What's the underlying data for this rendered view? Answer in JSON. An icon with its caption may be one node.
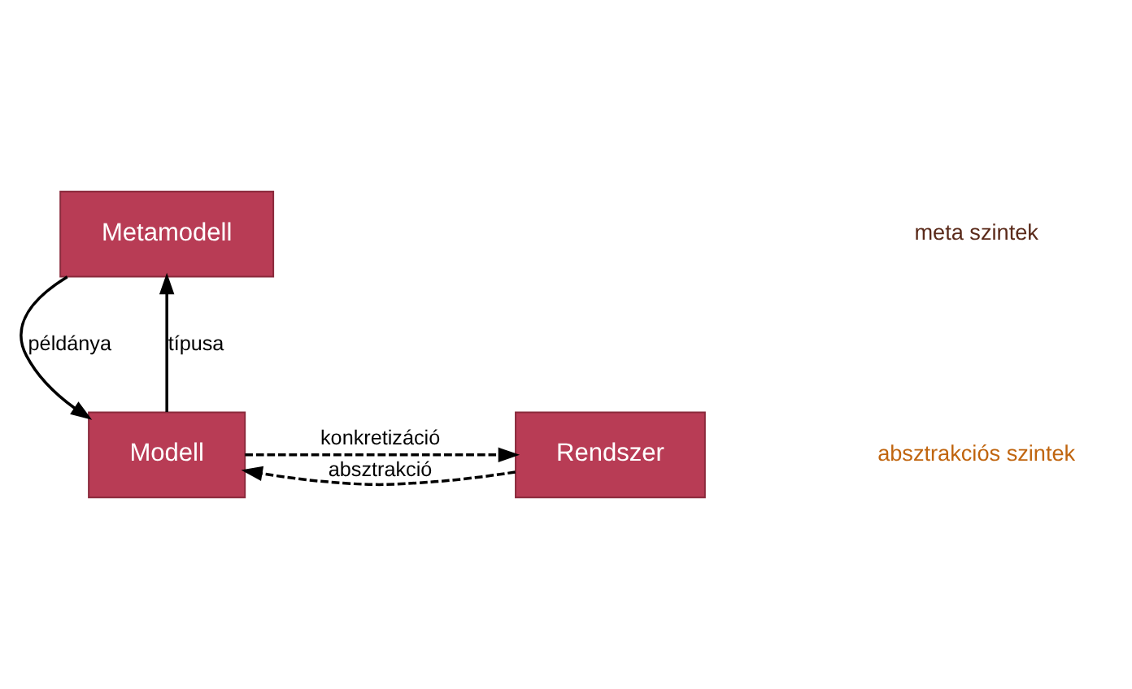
{
  "diagram": {
    "nodes": [
      {
        "text": [
          "Metamodell"
        ]
      },
      {
        "text": [
          "Modell"
        ]
      },
      {
        "text": [
          "Rendszer"
        ]
      }
    ],
    "edges": [
      {
        "from": 0,
        "to": 1,
        "arrow": "to",
        "label": "példánya"
      },
      {
        "from": 1,
        "to": 0,
        "arrow": "to",
        "label": "típusa"
      },
      {
        "from": 1,
        "to": 2,
        "arrow": "to",
        "label": "konkretizáció",
        "style": "dashed"
      },
      {
        "from": 2,
        "to": 1,
        "arrow": "to",
        "label": "absztrakció",
        "style": "dashed"
      }
    ],
    "labels": [
      "meta szintek",
      "absztrakciós szintek"
    ]
  }
}
